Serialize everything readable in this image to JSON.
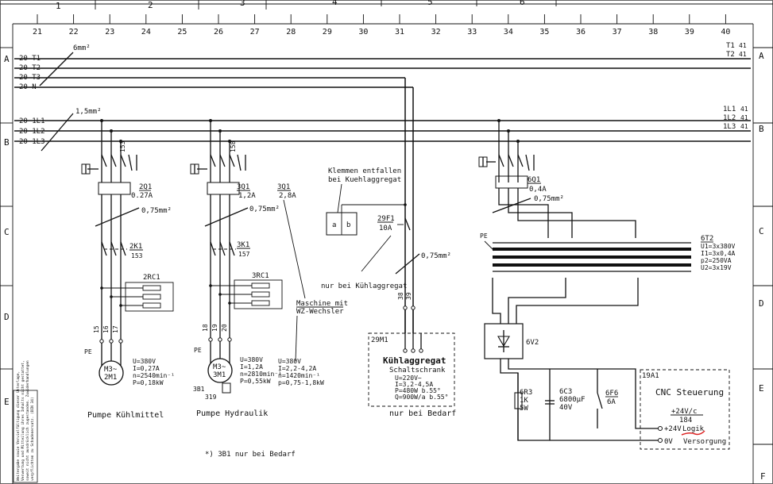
{
  "frame": {
    "top_cols": [
      "1",
      "2",
      "3",
      "4",
      "5",
      "6"
    ],
    "cols": [
      "21",
      "22",
      "23",
      "24",
      "25",
      "26",
      "27",
      "28",
      "29",
      "30",
      "31",
      "32",
      "33",
      "34",
      "35",
      "36",
      "37",
      "38",
      "39",
      "40"
    ],
    "rows_left": [
      "A",
      "B",
      "C",
      "D",
      "E"
    ],
    "rows_right": [
      "A",
      "B",
      "C",
      "D",
      "E",
      "F"
    ]
  },
  "buses": {
    "top_cross": "6mm²",
    "top": [
      {
        "left": "20 T1",
        "right": "T1",
        "ref": "41"
      },
      {
        "left": "20 T2",
        "right": "T2",
        "ref": "41"
      },
      {
        "left": "20 T3",
        "right": "",
        "ref": ""
      },
      {
        "left": "20 N",
        "right": "",
        "ref": ""
      }
    ],
    "mid_cross": "1,5mm²",
    "mid": [
      {
        "left": "20 1L1",
        "right": "1L1",
        "ref": "41"
      },
      {
        "left": "20 1L2",
        "right": "1L2",
        "ref": "41"
      },
      {
        "left": "20 1L3",
        "right": "1L3",
        "ref": "41"
      }
    ]
  },
  "coolant": {
    "breaker": "2Q1",
    "breaker_val": "0.27A",
    "wire": "0,75mm²",
    "contactor": "2K1",
    "contactor_ref": "153",
    "rc": "2RC1",
    "aux": "153",
    "terms": [
      "15",
      "16",
      "17"
    ],
    "motor": "M3~",
    "motor_id": "2M1",
    "specs": [
      "U=380V",
      "I=0,27A",
      "n=2540min⁻¹",
      "P=0,18kW"
    ],
    "caption": "Pumpe Kühlmittel"
  },
  "hydraulic": {
    "breaker": "3Q1",
    "breaker_val": "1,2A",
    "wire": "0,75mm²",
    "contactor": "3K1",
    "contactor_ref": "157",
    "rc": "3RC1",
    "aux": "158",
    "terms": [
      "18",
      "19",
      "20"
    ],
    "motor": "M3~",
    "motor_id": "3M1",
    "specs": [
      "U=380V",
      "I=1,2A",
      "n=2810min⁻¹",
      "P=0,55kW"
    ],
    "caption": "Pumpe Hydraulik",
    "alt_breaker": "3Q1",
    "alt_val": "2,8A",
    "alt_specs": [
      "U=380V",
      "I=2,2-4,2A",
      "n=1420min⁻¹",
      "p=0,75-1,8kW"
    ],
    "alt_note": [
      "Maschine mit",
      "WZ-Wechsler"
    ],
    "level_switch": "3B1",
    "level_ref": "319",
    "footnote": "*) 3B1 nur bei Bedarf"
  },
  "chiller": {
    "note_top": [
      "Klemmen entfallen",
      "bei Kuehlaggregat"
    ],
    "fuse": "29F1",
    "fuse_val": "10A",
    "term_a": "a",
    "term_b": "b",
    "wire": "0,75mm²",
    "note_mid": "nur bei Kühlaggregat",
    "terms": [
      "38",
      "39"
    ],
    "box_id": "29M1",
    "title": "Kühlaggregat",
    "subtitle": "Schaltschrank",
    "specs": [
      "U=220V~",
      "I=3,2-4,5A",
      "P=480W b.55°",
      "Q=900W/a b.55°"
    ],
    "caption": "nur bei Bedarf"
  },
  "supply": {
    "breaker": "6Q1",
    "breaker_val": "0,4A",
    "wire": "0,75mm²",
    "transformer": "6T2",
    "tr_specs": [
      "U1=3x380V",
      "I1=3x0,4A",
      "p2=250VA",
      "U2=3x19V"
    ],
    "bridge": "6V2",
    "resistor": "6R3",
    "res_specs": [
      "1K",
      "5W"
    ],
    "capacitor": "6C3",
    "cap_specs": [
      "6800µF",
      "40V"
    ],
    "fuse": "6F6",
    "fuse_val": "6A",
    "pe": "PE"
  },
  "cnc": {
    "box_id": "19A1",
    "title": "CNC Steuerung",
    "plus": "+24V/c",
    "ref": "184",
    "pin1": "+24V",
    "pin1_label": "Logik",
    "pin2": "0V",
    "pin2_label": "Versorgung"
  },
  "side_stamp": [
    "Weitergabe sowie Vervielfältigung dieser Unterlage,",
    "Verwertung und Mitteilung ihres Inhalts nicht gestattet,",
    "soweit nicht ausdrücklich zugestanden. Zuwiderhandlungen",
    "verpflichten zu Schadenersatz. (DIN 34)"
  ]
}
